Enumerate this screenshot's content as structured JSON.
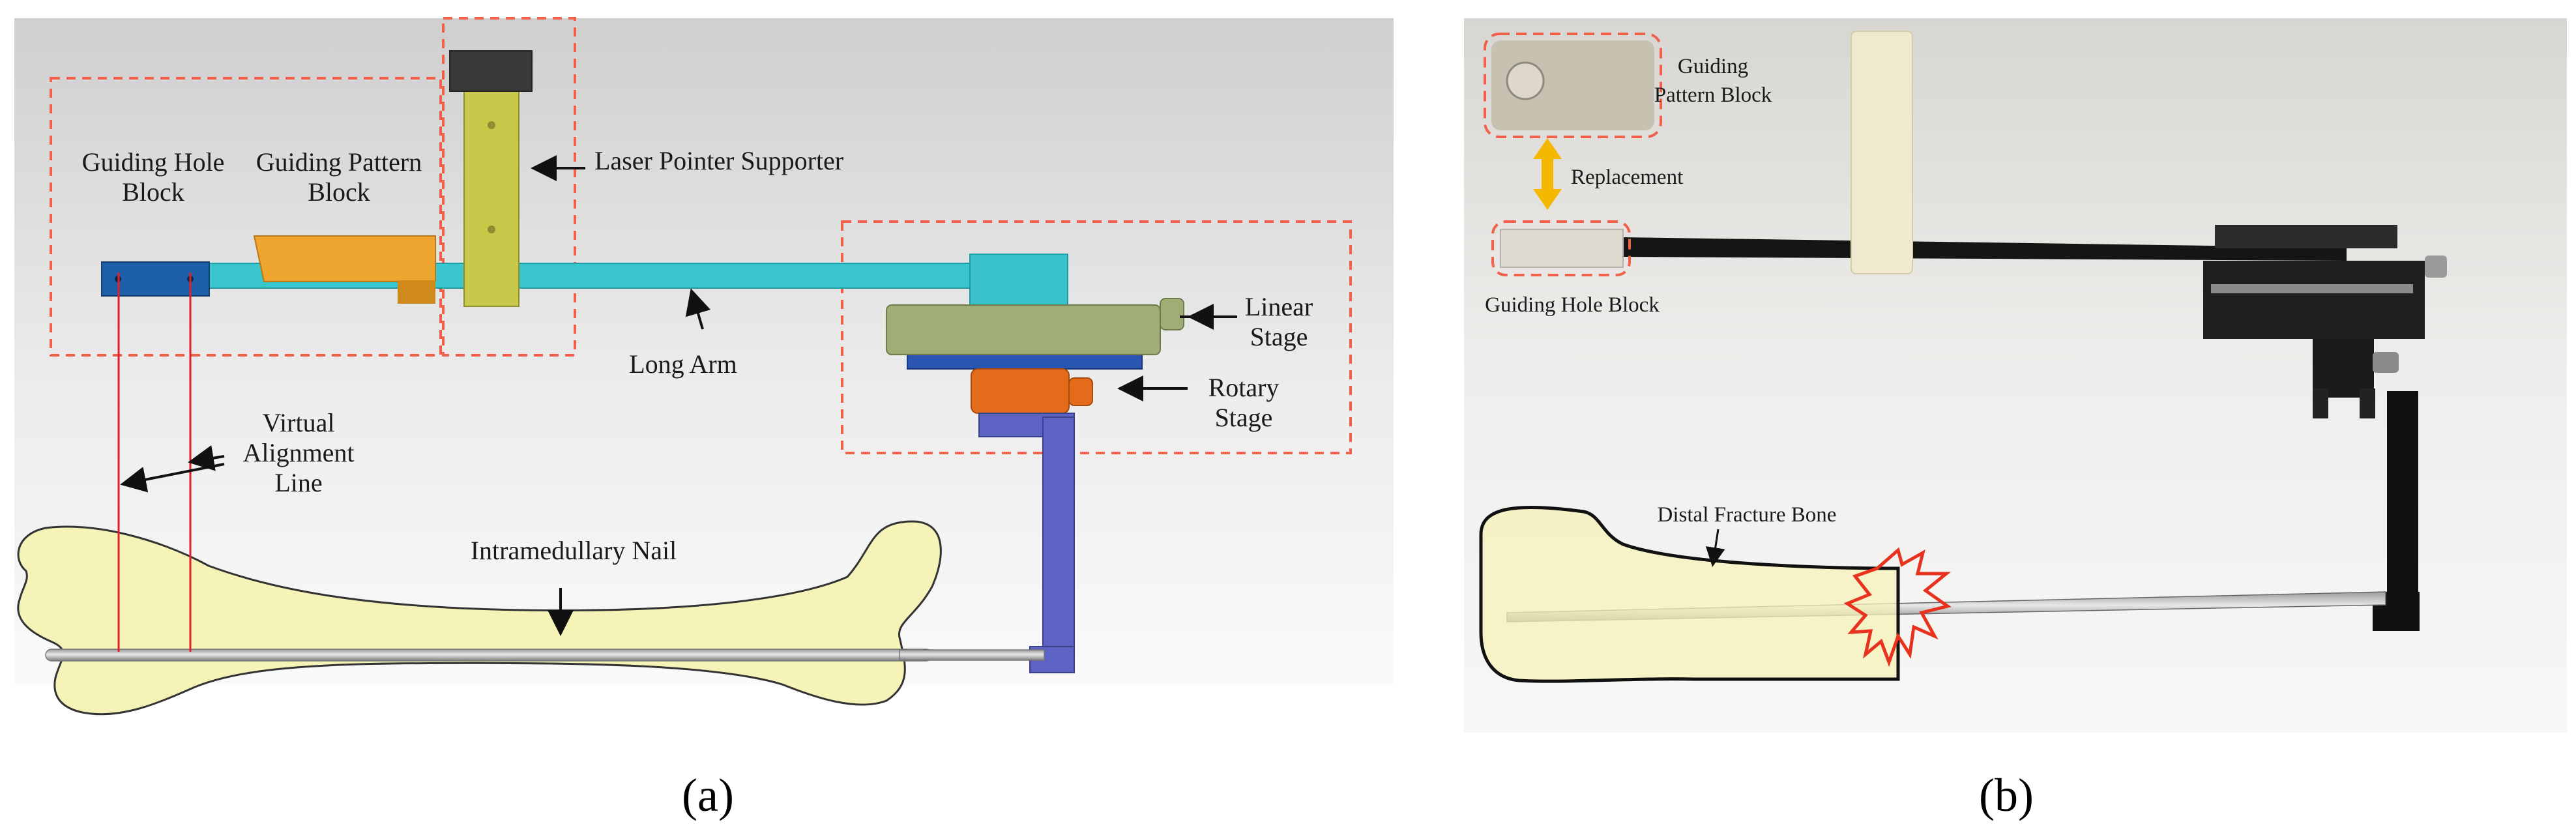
{
  "panel_a": {
    "labels": {
      "guiding_hole_block": [
        "Guiding Hole",
        "Block"
      ],
      "guiding_pattern_block": [
        "Guiding Pattern",
        "Block"
      ],
      "laser_pointer_supporter": "Laser Pointer Supporter",
      "long_arm": "Long Arm",
      "linear_stage": [
        "Linear",
        "Stage"
      ],
      "rotary_stage": [
        "Rotary",
        "Stage"
      ],
      "virtual_alignment_line": [
        "Virtual",
        "Alignment",
        "Line"
      ],
      "intramedullary_nail": "Intramedullary Nail"
    },
    "caption": "(a)"
  },
  "panel_b": {
    "labels": {
      "guiding_pattern_block": [
        "Guiding",
        "Pattern Block"
      ],
      "replacement": "Replacement",
      "guiding_hole_block": "Guiding Hole Block",
      "distal_fracture_bone": "Distal Fracture Bone"
    },
    "caption": "(b)"
  },
  "colors": {
    "highlight_box": "#f0604a",
    "bone_fill": "#f6f3b8",
    "arrow_orange": "#f5b800",
    "fracture_red": "#e8321e"
  }
}
